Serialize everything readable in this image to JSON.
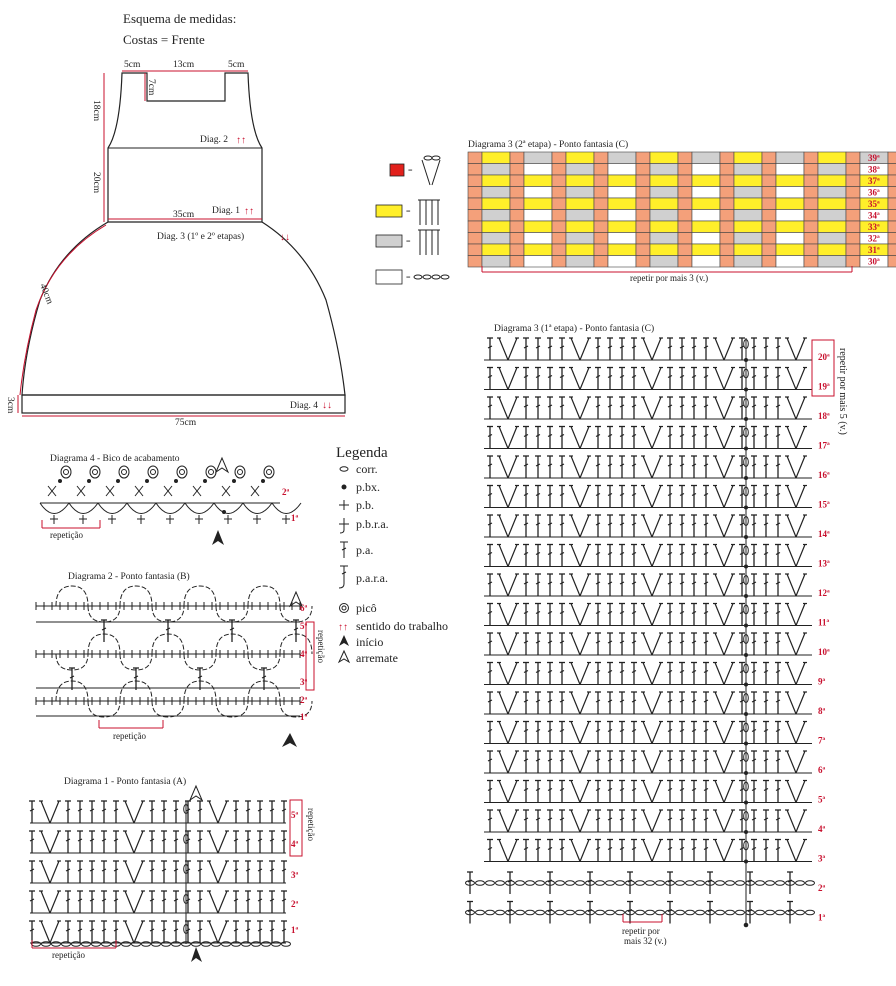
{
  "header": {
    "title": "Esquema de medidas:",
    "subtitle": "Costas = Frente"
  },
  "schematic": {
    "labels": {
      "top_left": "5cm",
      "top_mid": "13cm",
      "top_right": "5cm",
      "neck": "7cm",
      "left_a": "18cm",
      "left_b": "20cm",
      "waist": "35cm",
      "skirt": "40cm",
      "hem_side": "3cm",
      "hem": "75cm",
      "diag2": "Diag. 2",
      "diag1": "Diag. 1",
      "diag3": "Diag. 3 (1º e 2º etapas)",
      "diag4": "Diag. 4"
    }
  },
  "diagram3b": {
    "title": "Diagrama 3 (2ª etapa) - Ponto fantasia (C)",
    "rows": [
      "39ª",
      "38ª",
      "37ª",
      "36ª",
      "35ª",
      "34ª",
      "33ª",
      "32ª",
      "31ª",
      "30ª"
    ],
    "repeat": "repetir por mais 3 (v.)",
    "colors": {
      "red": "#e2211c",
      "yellow": "#ffef2a",
      "gray": "#d0d0d0",
      "white": "#ffffff",
      "salmon": "#f4a07a"
    }
  },
  "diagram3a": {
    "title": "Diagrama 3 (1ª etapa) - Ponto fantasia (C)",
    "rows": [
      "20ª",
      "19ª",
      "18ª",
      "17ª",
      "16ª",
      "15ª",
      "14ª",
      "13ª",
      "12ª",
      "11ª",
      "10ª",
      "9ª",
      "8ª",
      "7ª",
      "6ª",
      "5ª",
      "4ª",
      "3ª",
      "2ª",
      "1ª"
    ],
    "repeat_side": "repetir por mais 5 (v.)",
    "repeat_bottom_1": "repetir por",
    "repeat_bottom_2": "mais 32 (v.)"
  },
  "diagram4": {
    "title": "Diagrama 4 - Bico de acabamento",
    "rows": [
      "2ª",
      "1ª"
    ],
    "repeat": "repetição"
  },
  "diagram2": {
    "title": "Diagrama 2 - Ponto fantasia (B)",
    "rows": [
      "6ª",
      "5ª",
      "4ª",
      "3ª",
      "2ª",
      "1ª"
    ],
    "repeat": "repetição",
    "side_repeat": "repetição"
  },
  "diagram1": {
    "title": "Diagrama 1 - Ponto fantasia (A)",
    "rows": [
      "5ª",
      "4ª",
      "3ª",
      "2ª",
      "1ª"
    ],
    "repeat": "repetição",
    "side_repeat": "repetição"
  },
  "legend": {
    "title": "Legenda",
    "items": [
      {
        "icon": "chain-icon",
        "label": "corr."
      },
      {
        "icon": "slip-stitch-icon",
        "label": "p.bx."
      },
      {
        "icon": "single-crochet-icon",
        "label": "p.b."
      },
      {
        "icon": "sc-front-post-icon",
        "label": "p.b.r.a."
      },
      {
        "icon": "double-crochet-icon",
        "label": "p.a."
      },
      {
        "icon": "dc-front-post-icon",
        "label": "p.a.r.a."
      },
      {
        "icon": "picot-icon",
        "label": "picô"
      },
      {
        "icon": "direction-arrows-icon",
        "label": "sentido do trabalho"
      },
      {
        "icon": "start-arrow-icon",
        "label": "início"
      },
      {
        "icon": "finish-arrow-icon",
        "label": "arremate"
      }
    ]
  }
}
